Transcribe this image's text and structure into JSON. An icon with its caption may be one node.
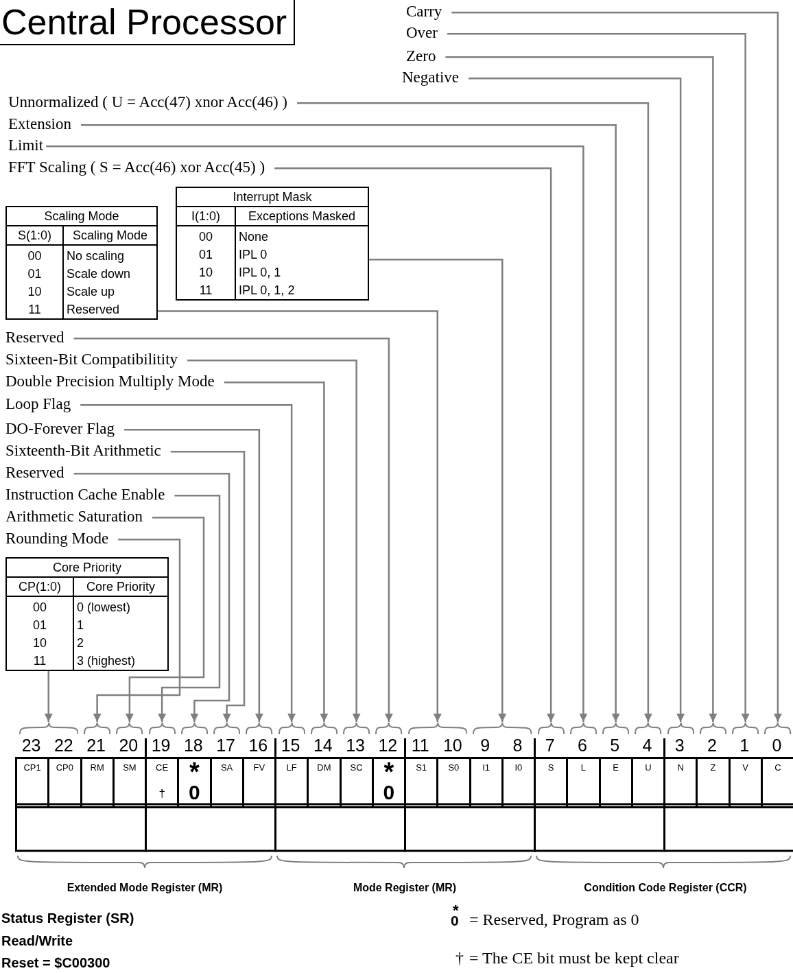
{
  "diagram": {
    "title": "Central Processor",
    "nodes": [
      {
        "text": [
          "Carry"
        ]
      },
      {
        "text": [
          "Over"
        ]
      },
      {
        "text": [
          "Zero"
        ]
      },
      {
        "text": [
          "Negative"
        ]
      },
      {
        "text": [
          "Unnormalized  ( U = Acc(47) xnor Acc(46) )"
        ]
      },
      {
        "text": [
          "Extension"
        ]
      },
      {
        "text": [
          "Limit"
        ]
      },
      {
        "text": [
          "FFT Scaling  ( S = Acc(46) xor Acc(45) )"
        ]
      },
      {
        "text": [
          "Interrupt Mask",
          "I(1:0)",
          "Exceptions Masked",
          "00",
          "None",
          "01",
          "IPL 0",
          "10",
          "IPL 0, 1",
          "11",
          "IPL 0, 1, 2"
        ]
      },
      {
        "text": [
          "Scaling Mode",
          "S(1:0)",
          "Scaling Mode",
          "00",
          "No scaling",
          "01",
          "Scale down",
          "10",
          "Scale up",
          "11",
          "Reserved"
        ]
      },
      {
        "text": [
          "Reserved"
        ]
      },
      {
        "text": [
          "Sixteen-Bit Compatibilitity"
        ]
      },
      {
        "text": [
          "Double Precision Multiply Mode"
        ]
      },
      {
        "text": [
          "Loop Flag"
        ]
      },
      {
        "text": [
          "DO-Forever Flag"
        ]
      },
      {
        "text": [
          "Sixteenth-Bit Arithmetic"
        ]
      },
      {
        "text": [
          "Reserved"
        ]
      },
      {
        "text": [
          "Instruction Cache Enable"
        ]
      },
      {
        "text": [
          "Arithmetic Saturation"
        ]
      },
      {
        "text": [
          "Rounding Mode"
        ]
      },
      {
        "text": [
          "Core Priority",
          "CP(1:0)",
          "Core Priority",
          "00",
          "0 (lowest)",
          "01",
          "1",
          "10",
          "2",
          "11",
          "3 (highest)"
        ]
      },
      {
        "text": [],
        "shape": "brace"
      },
      {
        "text": [],
        "shape": "brace"
      },
      {
        "text": [],
        "shape": "brace"
      },
      {
        "text": [],
        "shape": "brace"
      },
      {
        "text": [],
        "shape": "brace"
      },
      {
        "text": [],
        "shape": "brace"
      },
      {
        "text": [],
        "shape": "brace"
      },
      {
        "text": [],
        "shape": "brace"
      },
      {
        "text": [],
        "shape": "brace"
      },
      {
        "text": [],
        "shape": "brace"
      },
      {
        "text": [],
        "shape": "brace"
      },
      {
        "text": [],
        "shape": "brace"
      },
      {
        "text": [],
        "shape": "brace"
      },
      {
        "text": [],
        "shape": "brace"
      },
      {
        "text": [],
        "shape": "brace"
      },
      {
        "text": [],
        "shape": "brace"
      },
      {
        "text": [],
        "shape": "brace"
      },
      {
        "text": [],
        "shape": "brace"
      },
      {
        "text": [],
        "shape": "brace"
      },
      {
        "text": [],
        "shape": "brace"
      },
      {
        "text": [],
        "shape": "brace"
      },
      {
        "text": [
          "CP1"
        ]
      },
      {
        "text": [
          "CP0"
        ]
      },
      {
        "text": [
          "RM"
        ]
      },
      {
        "text": [
          "SM"
        ]
      },
      {
        "text": [
          "CE",
          "†"
        ]
      },
      {
        "text": [
          "*",
          "0"
        ]
      },
      {
        "text": [
          "SA"
        ]
      },
      {
        "text": [
          "FV"
        ]
      },
      {
        "text": [
          "LF"
        ]
      },
      {
        "text": [
          "DM"
        ]
      },
      {
        "text": [
          "SC"
        ]
      },
      {
        "text": [
          "*",
          "0"
        ]
      },
      {
        "text": [
          "S1"
        ]
      },
      {
        "text": [
          "S0"
        ]
      },
      {
        "text": [
          "I1"
        ]
      },
      {
        "text": [
          "I0"
        ]
      },
      {
        "text": [
          "S"
        ]
      },
      {
        "text": [
          "L"
        ]
      },
      {
        "text": [
          "E"
        ]
      },
      {
        "text": [
          "U"
        ]
      },
      {
        "text": [
          "N"
        ]
      },
      {
        "text": [
          "Z"
        ]
      },
      {
        "text": [
          "V"
        ]
      },
      {
        "text": [
          "C"
        ]
      }
    ],
    "edges": [
      {
        "from": 0,
        "to": 41,
        "arrow": "to"
      },
      {
        "from": 1,
        "to": 40,
        "arrow": "to"
      },
      {
        "from": 2,
        "to": 39,
        "arrow": "to"
      },
      {
        "from": 3,
        "to": 38,
        "arrow": "to"
      },
      {
        "from": 4,
        "to": 37,
        "arrow": "to"
      },
      {
        "from": 5,
        "to": 36,
        "arrow": "to"
      },
      {
        "from": 6,
        "to": 35,
        "arrow": "to"
      },
      {
        "from": 7,
        "to": 34,
        "arrow": "to"
      },
      {
        "from": 8,
        "to": 33,
        "arrow": "to"
      },
      {
        "from": 9,
        "to": 32,
        "arrow": "to"
      },
      {
        "from": 10,
        "to": 31,
        "arrow": "to"
      },
      {
        "from": 11,
        "to": 30,
        "arrow": "to"
      },
      {
        "from": 12,
        "to": 29,
        "arrow": "to"
      },
      {
        "from": 13,
        "to": 28,
        "arrow": "to"
      },
      {
        "from": 14,
        "to": 27,
        "arrow": "to"
      },
      {
        "from": 15,
        "to": 26,
        "arrow": "to"
      },
      {
        "from": 16,
        "to": 25,
        "arrow": "to"
      },
      {
        "from": 17,
        "to": 24,
        "arrow": "to"
      },
      {
        "from": 18,
        "to": 23,
        "arrow": "to"
      },
      {
        "from": 19,
        "to": 22,
        "arrow": "to"
      },
      {
        "from": 20,
        "to": 21,
        "arrow": "to"
      }
    ],
    "labels": [
      "23",
      "22",
      "21",
      "20",
      "19",
      "18",
      "17",
      "16",
      "15",
      "14",
      "13",
      "12",
      "11",
      "10",
      "9",
      "8",
      "7",
      "6",
      "5",
      "4",
      "3",
      "2",
      "1",
      "0",
      "Extended Mode Register (MR)",
      "Mode Register (MR)",
      "Condition Code Register (CCR)",
      "Status Register (SR)",
      "Read/Write",
      "Reset = $C00300",
      "*",
      "0",
      "= Reserved, Program as 0",
      "†",
      "= The CE bit must be kept clear"
    ]
  }
}
